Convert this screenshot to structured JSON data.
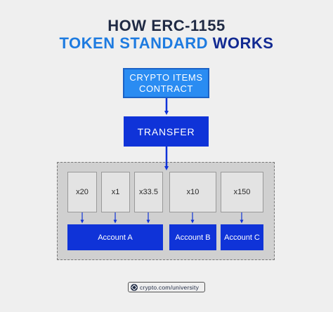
{
  "title": {
    "line1_a": "HOW ",
    "line1_b": "ERC-1155",
    "line2_a": "TOKEN STANDARD ",
    "line2_b": "WORKS"
  },
  "contract": {
    "line1": "CRYPTO ITEMS",
    "line2": "CONTRACT"
  },
  "transfer": {
    "label": "TRANSFER"
  },
  "tokens": [
    "x20",
    "x1",
    "x33.5",
    "x10",
    "x150"
  ],
  "accounts": [
    "Account A",
    "Account B",
    "Account C"
  ],
  "footer": {
    "icon": "crypto-logo-icon",
    "text": "crypto.com/university"
  },
  "colors": {
    "background": "#efefef",
    "contract_blue": "#2a8cf2",
    "transfer_blue": "#0f33d8",
    "title_dark": "#1f2a44",
    "title_light_blue": "#1e7be0",
    "title_navy": "#122a92"
  }
}
